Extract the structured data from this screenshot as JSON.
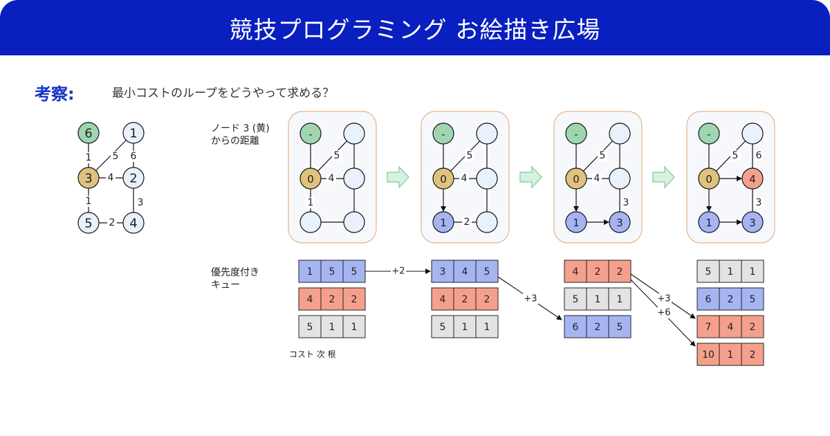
{
  "header": {
    "title": "競技プログラミング お絵描き広場"
  },
  "section": {
    "label": "考察:",
    "question": "最小コストのループをどうやって求める？"
  },
  "labels": {
    "distance": "ノード 3 (黄)\nからの距離",
    "queue": "優先度付き\nキュー",
    "footer": "コスト 次    根"
  },
  "colors": {
    "green": "#9fd6b0",
    "yellow": "#dfc27e",
    "blue": "#a6b4f2",
    "red": "#f5a08c",
    "pale": "#e9f1fc",
    "gray": "#e3e3e3",
    "panel_border": "#e3b58a",
    "arrow": "#d5f1df"
  },
  "graph": {
    "nodes": [
      {
        "id": "6",
        "label": "6",
        "color": "green"
      },
      {
        "id": "1",
        "label": "1",
        "color": "pale"
      },
      {
        "id": "3",
        "label": "3",
        "color": "yellow"
      },
      {
        "id": "2",
        "label": "2",
        "color": "pale"
      },
      {
        "id": "5",
        "label": "5",
        "color": "pale"
      },
      {
        "id": "4",
        "label": "4",
        "color": "pale"
      }
    ],
    "edges": [
      {
        "from": "6",
        "to": "3",
        "weight": "1"
      },
      {
        "from": "3",
        "to": "1",
        "weight": "5"
      },
      {
        "from": "1",
        "to": "2",
        "weight": "6"
      },
      {
        "from": "3",
        "to": "2",
        "weight": "4"
      },
      {
        "from": "3",
        "to": "5",
        "weight": "1"
      },
      {
        "from": "5",
        "to": "4",
        "weight": "2"
      },
      {
        "from": "2",
        "to": "4",
        "weight": "3"
      }
    ]
  },
  "steps": [
    {
      "nodes": [
        {
          "id": "6",
          "label": "-",
          "color": "green"
        },
        {
          "id": "1",
          "label": "",
          "color": "pale"
        },
        {
          "id": "3",
          "label": "0",
          "color": "yellow"
        },
        {
          "id": "2",
          "label": "",
          "color": "pale"
        },
        {
          "id": "5",
          "label": "",
          "color": "pale"
        },
        {
          "id": "4",
          "label": "",
          "color": "pale"
        }
      ],
      "edges": [
        {
          "from": "6",
          "to": "3",
          "weight": ""
        },
        {
          "from": "3",
          "to": "1",
          "weight": "5"
        },
        {
          "from": "1",
          "to": "2",
          "weight": ""
        },
        {
          "from": "3",
          "to": "2",
          "weight": "4"
        },
        {
          "from": "3",
          "to": "5",
          "weight": "1"
        },
        {
          "from": "5",
          "to": "4",
          "weight": ""
        },
        {
          "from": "2",
          "to": "4",
          "weight": ""
        }
      ]
    },
    {
      "nodes": [
        {
          "id": "6",
          "label": "-",
          "color": "green"
        },
        {
          "id": "1",
          "label": "",
          "color": "pale"
        },
        {
          "id": "3",
          "label": "0",
          "color": "yellow"
        },
        {
          "id": "2",
          "label": "",
          "color": "pale"
        },
        {
          "id": "5",
          "label": "1",
          "color": "blue"
        },
        {
          "id": "4",
          "label": "",
          "color": "pale"
        }
      ],
      "edges": [
        {
          "from": "6",
          "to": "3",
          "weight": ""
        },
        {
          "from": "3",
          "to": "1",
          "weight": "5"
        },
        {
          "from": "1",
          "to": "2",
          "weight": ""
        },
        {
          "from": "3",
          "to": "2",
          "weight": "4"
        },
        {
          "from": "3",
          "to": "5",
          "weight": "",
          "arrow": true
        },
        {
          "from": "5",
          "to": "4",
          "weight": "2"
        },
        {
          "from": "2",
          "to": "4",
          "weight": ""
        }
      ]
    },
    {
      "nodes": [
        {
          "id": "6",
          "label": "-",
          "color": "green"
        },
        {
          "id": "1",
          "label": "",
          "color": "pale"
        },
        {
          "id": "3",
          "label": "0",
          "color": "yellow"
        },
        {
          "id": "2",
          "label": "",
          "color": "pale"
        },
        {
          "id": "5",
          "label": "1",
          "color": "blue"
        },
        {
          "id": "4",
          "label": "3",
          "color": "blue"
        }
      ],
      "edges": [
        {
          "from": "6",
          "to": "3",
          "weight": ""
        },
        {
          "from": "3",
          "to": "1",
          "weight": "5"
        },
        {
          "from": "1",
          "to": "2",
          "weight": ""
        },
        {
          "from": "3",
          "to": "2",
          "weight": "4"
        },
        {
          "from": "3",
          "to": "5",
          "weight": "",
          "arrow": true
        },
        {
          "from": "5",
          "to": "4",
          "weight": "",
          "arrow": true
        },
        {
          "from": "2",
          "to": "4",
          "weight": "3"
        }
      ]
    },
    {
      "nodes": [
        {
          "id": "6",
          "label": "-",
          "color": "green"
        },
        {
          "id": "1",
          "label": "",
          "color": "pale"
        },
        {
          "id": "3",
          "label": "0",
          "color": "yellow"
        },
        {
          "id": "2",
          "label": "4",
          "color": "red"
        },
        {
          "id": "5",
          "label": "1",
          "color": "blue"
        },
        {
          "id": "4",
          "label": "3",
          "color": "blue"
        }
      ],
      "edges": [
        {
          "from": "6",
          "to": "3",
          "weight": ""
        },
        {
          "from": "3",
          "to": "1",
          "weight": "5"
        },
        {
          "from": "1",
          "to": "2",
          "weight": "6"
        },
        {
          "from": "3",
          "to": "2",
          "weight": "",
          "arrow": true
        },
        {
          "from": "3",
          "to": "5",
          "weight": "",
          "arrow": true
        },
        {
          "from": "5",
          "to": "4",
          "weight": "",
          "arrow": true
        },
        {
          "from": "2",
          "to": "4",
          "weight": "3"
        }
      ]
    }
  ],
  "queues": [
    [
      {
        "cells": [
          "1",
          "5",
          "5"
        ],
        "color": "blue"
      },
      {
        "cells": [
          "4",
          "2",
          "2"
        ],
        "color": "red"
      },
      {
        "cells": [
          "5",
          "1",
          "1"
        ],
        "color": "gray"
      }
    ],
    [
      {
        "cells": [
          "3",
          "4",
          "5"
        ],
        "color": "blue"
      },
      {
        "cells": [
          "4",
          "2",
          "2"
        ],
        "color": "red"
      },
      {
        "cells": [
          "5",
          "1",
          "1"
        ],
        "color": "gray"
      }
    ],
    [
      {
        "cells": [
          "4",
          "2",
          "2"
        ],
        "color": "red"
      },
      {
        "cells": [
          "5",
          "1",
          "1"
        ],
        "color": "gray"
      },
      {
        "cells": [
          "6",
          "2",
          "5"
        ],
        "color": "blue"
      }
    ],
    [
      {
        "cells": [
          "5",
          "1",
          "1"
        ],
        "color": "gray"
      },
      {
        "cells": [
          "6",
          "2",
          "5"
        ],
        "color": "blue"
      },
      {
        "cells": [
          "7",
          "4",
          "2"
        ],
        "color": "red"
      },
      {
        "cells": [
          "10",
          "1",
          "2"
        ],
        "color": "red"
      }
    ]
  ],
  "transitions": [
    {
      "label": "+2"
    },
    {
      "label": "+3"
    },
    {
      "label": "+3"
    },
    {
      "label": "+6"
    }
  ]
}
